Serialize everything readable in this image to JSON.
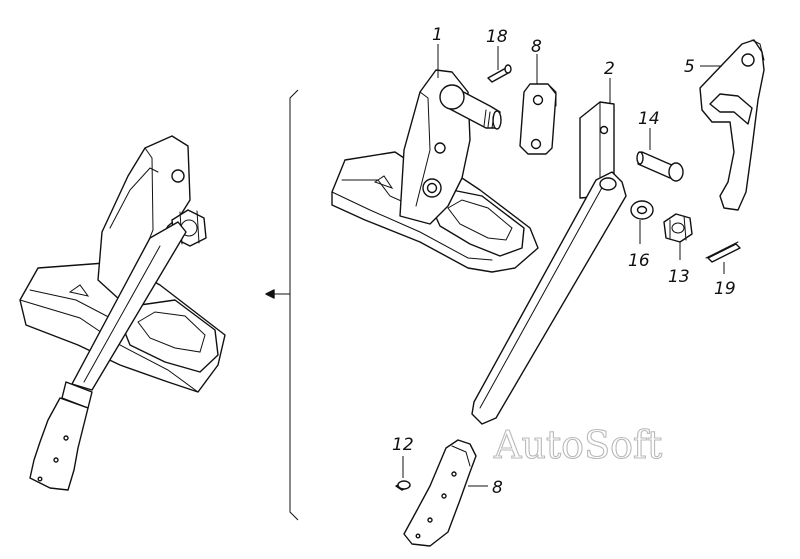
{
  "callouts": {
    "c1": "1",
    "c18": "18",
    "c8_top": "8",
    "c2": "2",
    "c5": "5",
    "c14": "14",
    "c16": "16",
    "c13": "13",
    "c19": "19",
    "c12": "12",
    "c8_bottom": "8"
  },
  "watermark": "AutoSoft",
  "colors": {
    "line": "#111111",
    "background": "#ffffff",
    "watermark_outline": "#b9b9b9"
  }
}
